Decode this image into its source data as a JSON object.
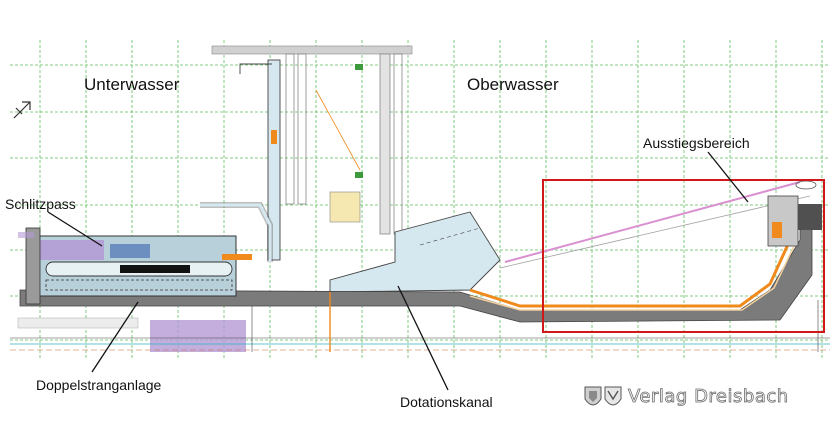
{
  "labels": {
    "unterwasser": "Unterwasser",
    "oberwasser": "Oberwasser",
    "ausstiegsbereich": "Ausstiegsbereich",
    "schlitzpass": "Schlitzpass",
    "doppelstranganlage": "Doppelstranganlage",
    "dotationskanal": "Dotationskanal"
  },
  "watermark": {
    "text": "Verlag Dreisbach",
    "logo": "coat-of-arms-logo"
  },
  "colors": {
    "grid": "#5fbf5f",
    "highlight_box": "#d01818",
    "channel_fill": "#d6e8ef",
    "structure_gray": "#7b7b7b",
    "hatch_purple": "#b49ad6",
    "accent_orange": "#f08a1c",
    "pink_line": "#d98fd0"
  }
}
